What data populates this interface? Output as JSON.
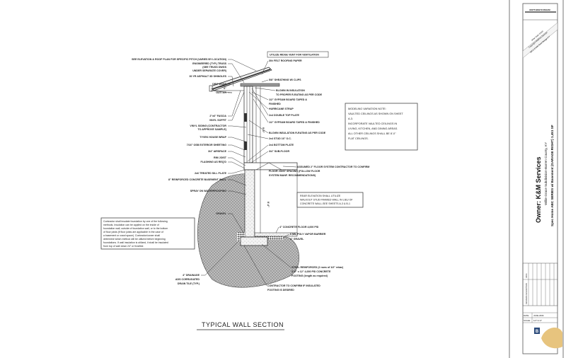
{
  "drawing": {
    "title": "TYPICAL WALL SECTION",
    "dimensions": {
      "upper_wall": "9'-0\"",
      "basement_wall": "8'-4\""
    },
    "left_labels": [
      "SEE ELEVATION & ROOF PLAN FOR SPECIFIC PITCH (VARIES BY LOCATION)",
      "ENGINEERED (TYP.) TRUSS",
      "(SEE TRUSS DWGS",
      "UNDER SEPARATE COVER)",
      "30 YR ASPHALT 3D SHINGLES",
      "DRIP EDGE",
      "6\"",
      "GUTTER",
      "2\"x6\" FASCIA",
      "VINYL SOFFIT",
      "VINYL SIDING (CONTRACTOR",
      "TO APPROVE SAMPLE)",
      "TYVEK HOUSE WRAP",
      "7/16\" OSB EXTERIOR SHEETING",
      "3/4\" AIRSPACE",
      "RIM JOIST",
      "FLASHING AS REQ'D",
      "2x6 TREATED SILL PLATE",
      "8\" REINFORCED CONCRETE BASEMENT WALL",
      "SPRAY ON WATERPROOFING",
      "GRAVEL",
      "4\" DRAINAGE",
      "ADS CORRUGATED",
      "DRAIN TILE (TYP.)"
    ],
    "right_labels": [
      "30# FELT ROOFING PAPER",
      "5/8\" SHEATHING W/ CLIPS",
      "BLOWN IN INSULATION",
      "TO PROPER R-RATING AS PER CODE",
      "1/2\" GYPSUM BOARD TAPED &",
      "FINISHED",
      "HURRICANE STRAP",
      "2x4 DOUBLE TOP PLATE",
      "1/2\" GYPSUM BOARD TAPED & FINISHED",
      "BLOWN INSULATION R-RATING AS PER CODE",
      "2x4 STUD 16\" O.C.",
      "2x4 BOTTOM PLATE",
      "3/4\" SUB-FLOOR",
      "ASSUMED 2\" FLOOR SYSTEM CONTRACTOR TO CONFIRM",
      "FLOOR JOIST SPACING (FOLLOW FLOOR",
      "SYSTEM MANF. RECOMMENDATIONS)",
      "4\" CONCRETE FLOOR 4,000 PSI",
      "6 MIL POLY VAPOR BARRIER",
      "4\" GRAVEL",
      "STEEL REINFORCED (2 rows of 1/2\" rebar)",
      "3'-0\" x 12\" 4,000 PSI CONCRETE",
      "FOOTING (length as required)",
      "CONTRACTOR TO CONFIRM IF INSULATED",
      "FOOTING IS DESIRED"
    ],
    "ridge_vent_note": "UTILIZE RIDGE VENT FOR VENTILATION",
    "foundation_note": [
      "Contractor shall insulate foundation by one of the following",
      "methods. Insulation can be applied on the inside of",
      "foundation wall, outside of foundation wall, or to the bottom",
      "of floor joists (if floor joists are applicable in the case of",
      "a basement or crawl space). Contractor/owner shall",
      "determine which method will be utilized before beginning",
      "foundations. If wall insulation is utilized, it shall be insulated",
      "from top of wall down 24\" or frostline."
    ],
    "rear_elevation_note": [
      "REAR ELEVATION SHALL UTILIZE",
      "WALKOUT STUD FRAMED WALL IN LIEU OF",
      "CONCRETE WALL-SEE SHEETS A-3 & B-1"
    ],
    "modeling_note": [
      "MODELING VARIATION NOTE:",
      "VAULTED CEILINGS AS SHOWN ON SHEET",
      "A-3.",
      "INCORPORATE VAULTED CEILINGS IN",
      "LIVING, KITCHEN, AND DINING AREAS.",
      "ALL OTHER CEILINGS SHALL BE 8'-0\"",
      "FLAT CEILINGS."
    ]
  },
  "title_block": {
    "logo_text": "MATTHEW DURHAM",
    "stamp_lines": [
      "(Plan Date 2010)",
      "Copyright Matthew Durham",
      "WKU-Credit Swet Design KY"
    ],
    "owner": "Owner: K&M Services",
    "subdivision": "Willie Grace Subdivision-Barren County, KY",
    "project": "Spec Home ABC SERIES w/ Basement (GARAGE RIGHT) 1,451 SF",
    "revision_headers": [
      "DATE",
      "REVISION DESCRIPTION"
    ],
    "date_label": "DATE:",
    "date_value": "JUNE 2009",
    "scale_label": "SCALE:",
    "scale_value": "1/2\"=1'-0\"",
    "bottom_logo_text": "B"
  }
}
